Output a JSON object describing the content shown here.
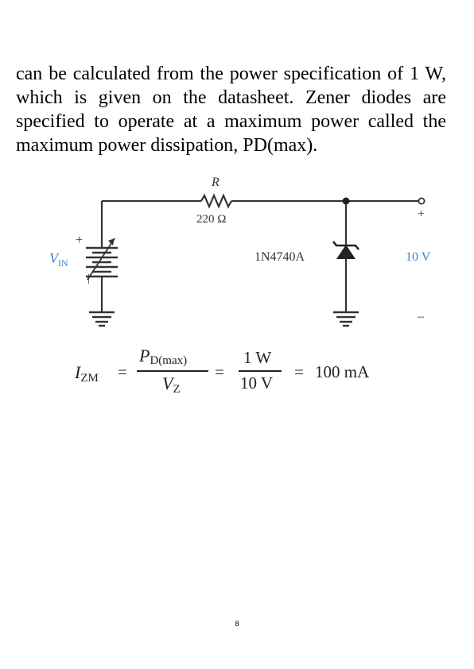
{
  "paragraph": "can be calculated from the power specification of 1 W, which is given on the datasheet. Zener diodes are specified to operate at a maximum power called the maximum power dissipation, PD(max).",
  "circuit": {
    "resistor_symbol": "R",
    "resistor_value": "220 Ω",
    "source_label": "V",
    "source_label_sub": "IN",
    "source_plus": "+",
    "source_minus": "|",
    "diode_label": "1N4740A",
    "output_plus": "+",
    "output_voltage": "10 V",
    "output_minus": "–",
    "accent_color": "#3b82c4"
  },
  "equation": {
    "lhs": "I",
    "lhs_sub": "ZM",
    "eq1": "=",
    "num1": "P",
    "num1_sub": "D(max)",
    "den1": "V",
    "den1_sub": "Z",
    "eq2": "=",
    "num2": "1 W",
    "den2": "10 V",
    "eq3": "=",
    "result": "100 mA"
  },
  "page_number": "8"
}
